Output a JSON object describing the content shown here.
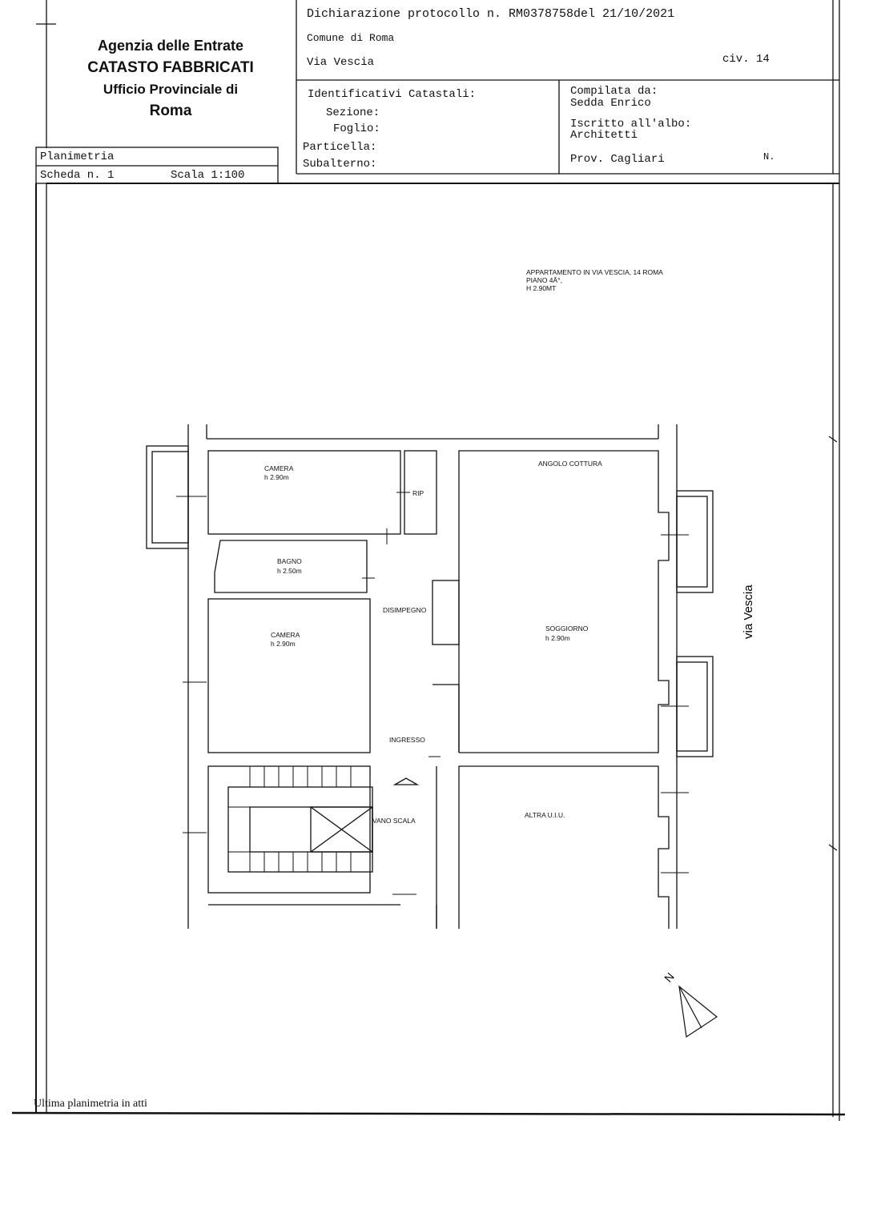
{
  "header_left": {
    "agency": "Agenzia delle Entrate",
    "catasto": "CATASTO FABBRICATI",
    "ufficio": "Ufficio Provinciale di",
    "city": "Roma"
  },
  "scheda": {
    "type": "Planimetria",
    "scheda_label": "Scheda n. 1",
    "scale_label": "Scala 1:100"
  },
  "header_right": {
    "protocol": "Dichiarazione protocollo n. RM0378758del  21/10/2021",
    "comune": "Comune di Roma",
    "street": "Via Vescia",
    "civic": "civ. 14",
    "ident_title": "Identificativi Catastali:",
    "sezione": "Sezione:",
    "foglio": "Foglio:",
    "particella": "Particella:",
    "subalterno": "Subalterno:",
    "compilata_label": "Compilata da:",
    "compilata_name": "Sedda Enrico",
    "albo_label": "Iscritto all'albo:",
    "albo_value": "Architetti",
    "prov": "Prov. Cagliari",
    "num": "N."
  },
  "plan": {
    "note_line1": "APPARTAMENTO IN VIA VESCIA, 14  ROMA",
    "note_line2": "PIANO 4Â°,",
    "note_line3": "H 2.90MT",
    "rooms": [
      {
        "name": "CAMERA",
        "height": "h 2.90m"
      },
      {
        "name": "RIP"
      },
      {
        "name": "ANGOLO COTTURA"
      },
      {
        "name": "BAGNO",
        "height": "h 2.50m"
      },
      {
        "name": "DISIMPEGNO"
      },
      {
        "name": "CAMERA",
        "height": "h 2.90m"
      },
      {
        "name": "SOGGIORNO",
        "height": "h 2.90m"
      },
      {
        "name": "INGRESSO"
      },
      {
        "name": "VANO SCALA"
      },
      {
        "name": "ALTRA U.I.U."
      }
    ],
    "street_label": "via Vescia",
    "north": "N"
  },
  "footer": {
    "note": "Ultima planimetria in atti"
  }
}
